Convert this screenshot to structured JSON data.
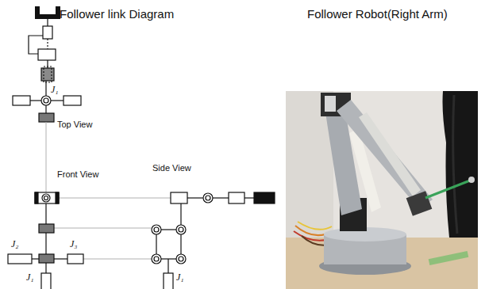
{
  "diagram": {
    "title": "Follower link Diagram",
    "labels": [
      "Follower Robot(Right Arm)",
      "J₁",
      "Top View",
      "Front View",
      "Side View",
      "J₂",
      "J₃",
      "J₁",
      "J₁"
    ]
  }
}
